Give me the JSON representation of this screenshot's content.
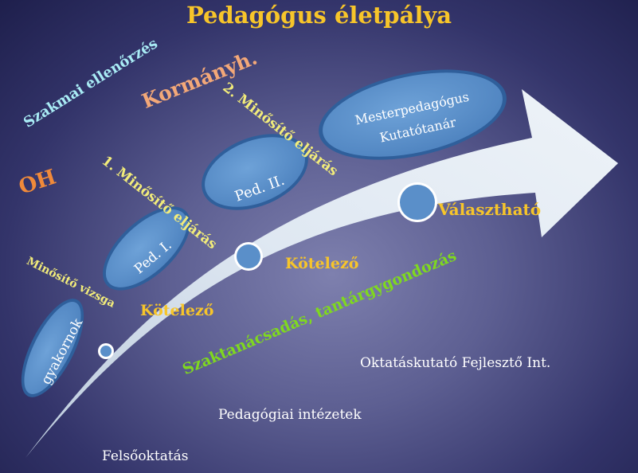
{
  "title": "Pedagógus életpálya",
  "left_labels": {
    "inspection": "Szakmai ellenőrzés",
    "government": "Kormányh.",
    "oh": "OH",
    "qualifying_exam": "Minősítő vizsga"
  },
  "procedures": {
    "first": "1. Minősítő eljárás",
    "second": "2. Minősítő eljárás"
  },
  "stages": {
    "trainee": "gyakornok",
    "ped1": "Ped. I.",
    "ped2": "Ped. II.",
    "master_line1": "Mesterpedagógus",
    "master_line2": "Kutatótanár"
  },
  "status": {
    "mandatory_1": "Kötelező",
    "mandatory_2": "Kötelező",
    "optional": "Választható"
  },
  "advisory": "Szaktanácsadás, tantárgygondozás",
  "institutions": {
    "research": "Oktatáskutató Fejlesztő Int.",
    "ped_institutes": "Pedagógiai intézetek",
    "higher_ed": "Felsőoktatás"
  },
  "colors": {
    "title": "#f7c52a",
    "oval_fill": "#5a8fc9",
    "oval_stroke": "#2e5f9c",
    "arrow_fill": "#d7e3f0",
    "status_yellow": "#f7c52a",
    "advisory_green": "#7fd81f",
    "inspection_text": "#a9ecf5",
    "government_text": "#f3a878",
    "oh_text": "#f08a3a",
    "procedure_text": "#f2ec7a"
  }
}
